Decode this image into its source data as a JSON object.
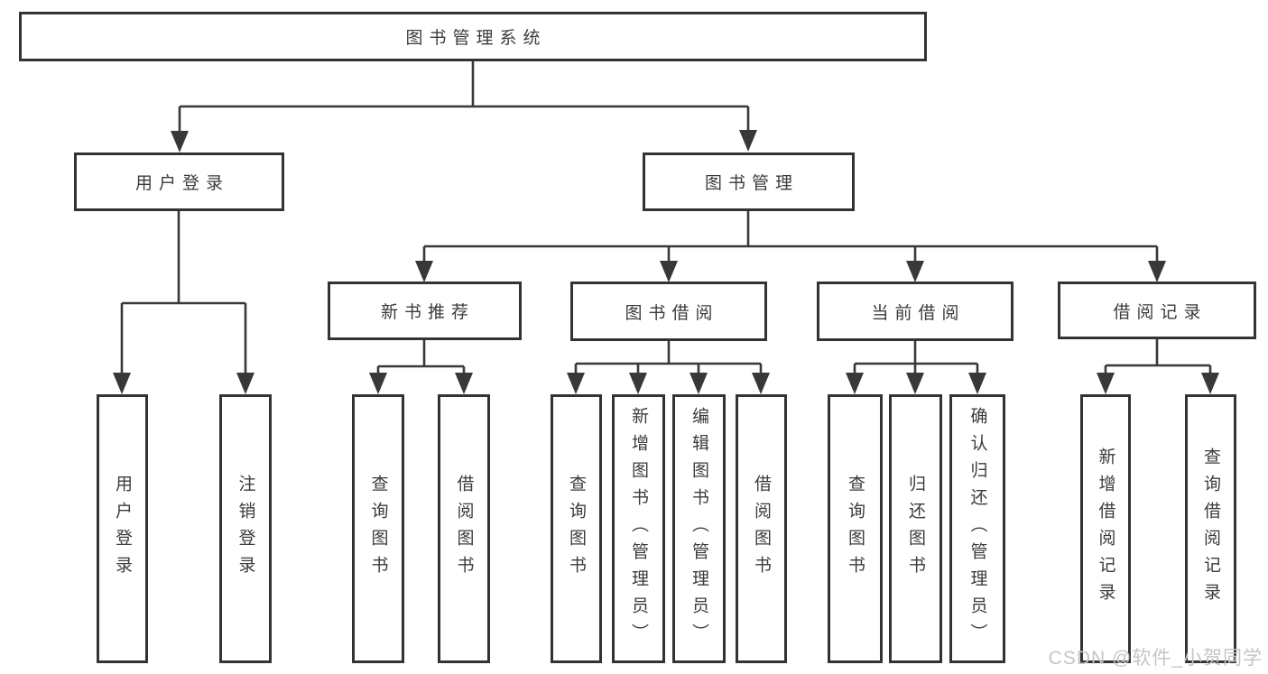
{
  "diagram": {
    "root": {
      "label": "图书管理系统"
    },
    "level2": {
      "user_login": {
        "label": "用户登录"
      },
      "book_mgmt": {
        "label": "图书管理"
      }
    },
    "level3": {
      "new_rec": {
        "label": "新书推荐"
      },
      "book_borrow": {
        "label": "图书借阅"
      },
      "current_borrow": {
        "label": "当前借阅"
      },
      "borrow_records": {
        "label": "借阅记录"
      }
    },
    "leaves": {
      "user_login": {
        "label": "用户登录"
      },
      "logout": {
        "label": "注销登录"
      },
      "query_book_rec": {
        "label": "查询图书"
      },
      "borrow_book_rec": {
        "label": "借阅图书"
      },
      "query_book_borrow": {
        "label": "查询图书"
      },
      "add_book": {
        "label": "新增图书（管理员）"
      },
      "edit_book": {
        "label": "编辑图书（管理员）"
      },
      "borrow_book": {
        "label": "借阅图书"
      },
      "query_book_current": {
        "label": "查询图书"
      },
      "return_book": {
        "label": "归还图书"
      },
      "confirm_return": {
        "label": "确认归还（管理员）"
      },
      "add_record": {
        "label": "新增借阅记录"
      },
      "query_record": {
        "label": "查询借阅记录"
      }
    },
    "hierarchy": {
      "图书管理系统": {
        "用户登录": [
          "用户登录",
          "注销登录"
        ],
        "图书管理": {
          "新书推荐": [
            "查询图书",
            "借阅图书"
          ],
          "图书借阅": [
            "查询图书",
            "新增图书（管理员）",
            "编辑图书（管理员）",
            "借阅图书"
          ],
          "当前借阅": [
            "查询图书",
            "归还图书",
            "确认归还（管理员）"
          ],
          "借阅记录": [
            "新增借阅记录",
            "查询借阅记录"
          ]
        }
      }
    },
    "colors": {
      "box_border": "#333333",
      "connector_line": "#383838",
      "text": "#3b3b3b",
      "background": "#ffffff",
      "watermark_text": "#c5c5c5"
    }
  },
  "watermark": {
    "text": "CSDN @软件_小贺同学"
  }
}
